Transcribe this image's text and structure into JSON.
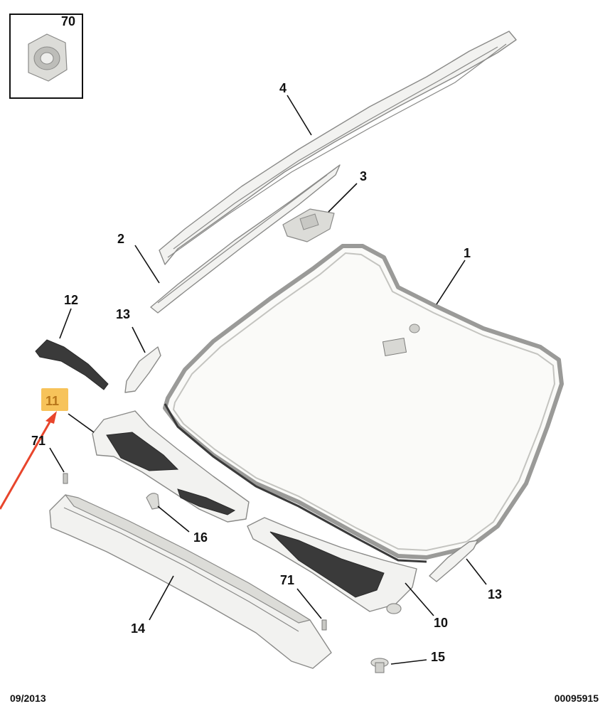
{
  "labels": {
    "p70": "70",
    "p4": "4",
    "p3": "3",
    "p2": "2",
    "p1": "1",
    "p12": "12",
    "p13a": "13",
    "p11": "11",
    "p71a": "71",
    "p16": "16",
    "p14": "14",
    "p71b": "71",
    "p10": "10",
    "p13b": "13",
    "p15": "15"
  },
  "footer": {
    "date": "09/2013",
    "reference": "00095915"
  },
  "colors": {
    "highlight_fill": "#f7c35a",
    "arrow": "#e8452c"
  }
}
